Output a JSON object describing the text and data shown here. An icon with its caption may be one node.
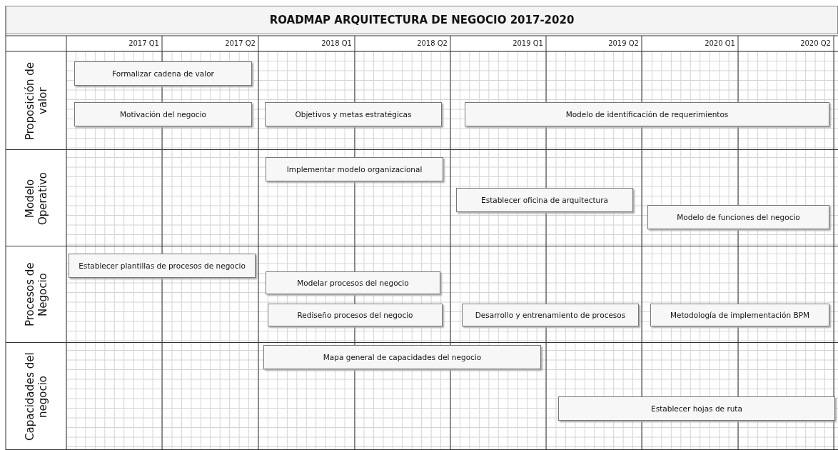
{
  "diagram": {
    "title": "ROADMAP ARQUITECTURA DE NEGOCIO 2017-2020",
    "nodes": [
      {
        "text": [
          "Proposición de valor"
        ]
      },
      {
        "text": [
          "Formalizar cadena de valor"
        ],
        "in": 0
      },
      {
        "text": [
          "Motivación del negocio"
        ],
        "in": 0
      },
      {
        "text": [
          "Objetivos y metas estratégicas"
        ],
        "in": 0
      },
      {
        "text": [
          "Modelo de identificación de requerimientos"
        ],
        "in": 0
      },
      {
        "text": [
          "Modelo Operativo"
        ]
      },
      {
        "text": [
          "Implementar modelo organizacional"
        ],
        "in": 5
      },
      {
        "text": [
          "Establecer oficina de arquitectura"
        ],
        "in": 5
      },
      {
        "text": [
          "Modelo de funciones del negocio"
        ],
        "in": 5
      },
      {
        "text": [
          "Procesos de Negocio"
        ]
      },
      {
        "text": [
          "Establecer plantillas de procesos de negocio"
        ],
        "in": 9
      },
      {
        "text": [
          "Modelar procesos del negocio"
        ],
        "in": 9
      },
      {
        "text": [
          "Rediseño procesos del negocio"
        ],
        "in": 9
      },
      {
        "text": [
          "Desarrollo y entrenamiento de procesos"
        ],
        "in": 9
      },
      {
        "text": [
          "Metodología de implementación BPM"
        ],
        "in": 9
      },
      {
        "text": [
          "Capacidades del negocio"
        ]
      },
      {
        "text": [
          "Mapa general de capacidades del negocio"
        ],
        "in": 15
      },
      {
        "text": [
          "Establecer hojas de ruta"
        ],
        "in": 15
      }
    ],
    "labels": [
      "2017 Q1",
      "2017 Q2",
      "2018 Q1",
      "2018 Q2",
      "2019 Q1",
      "2019 Q2",
      "2020 Q1",
      "2020 Q2"
    ]
  }
}
